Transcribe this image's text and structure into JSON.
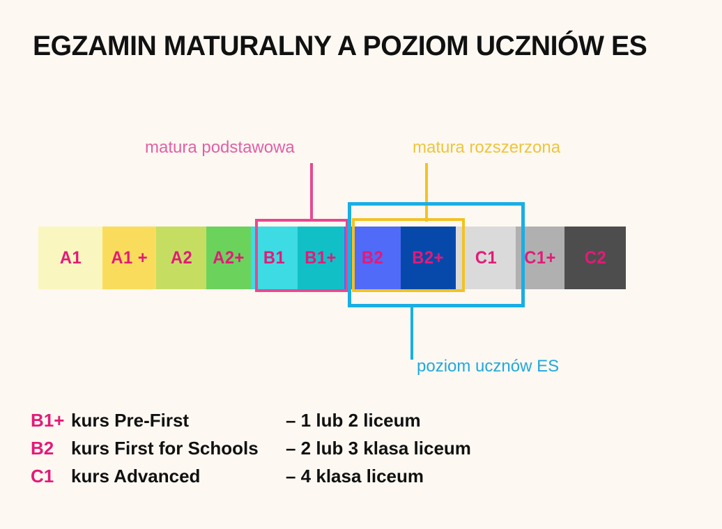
{
  "header": {
    "title": "EGZAMIN MATURALNY A POZIOM UCZNIÓW ES"
  },
  "colors": {
    "background": "#fdf8f2",
    "label_pink": "#e31a78",
    "callout_pink": "#e8488f",
    "callout_yellow": "#f3c220",
    "callout_cyan": "#19aee5",
    "text_dark": "#111111"
  },
  "scale": {
    "bands": [
      {
        "label": "A1",
        "color": "#faf6c0",
        "width": 92
      },
      {
        "label": "A1 +",
        "color": "#fadc5c",
        "width": 77
      },
      {
        "label": "A2",
        "color": "#c5de62",
        "width": 72
      },
      {
        "label": "A2+",
        "color": "#6bd25c",
        "width": 64
      },
      {
        "label": "B1",
        "color": "#3ddbe3",
        "width": 67
      },
      {
        "label": "B1+",
        "color": "#11c0c7",
        "width": 67
      },
      {
        "label": "B2",
        "color": "#4f6bf8",
        "width": 81
      },
      {
        "label": "B2+",
        "color": "#0649ab",
        "width": 79
      },
      {
        "label": "C1",
        "color": "#dadada",
        "width": 86
      },
      {
        "label": "C1+",
        "color": "#b0b0b0",
        "width": 70
      },
      {
        "label": "C2",
        "color": "#4d4d4d",
        "width": 88
      }
    ]
  },
  "callouts": {
    "matura_podstawowa": {
      "label": "matura podstawowa",
      "color": "#e160a5",
      "covers": [
        "B1",
        "B1+"
      ]
    },
    "matura_rozszerzona": {
      "label": "matura rozszerzona",
      "color": "#eec53b",
      "covers": [
        "B2",
        "B2+"
      ]
    },
    "poziom_es": {
      "label": "poziom ucznów ES",
      "color": "#22a8dd",
      "covers": [
        "B2",
        "B2+",
        "C1"
      ]
    }
  },
  "legend": {
    "rows": [
      {
        "level": "B1+",
        "course": "kurs Pre-First",
        "grade": "– 1 lub 2 liceum"
      },
      {
        "level": "B2",
        "course": "kurs First for Schools",
        "grade": "– 2 lub 3 klasa liceum"
      },
      {
        "level": "C1",
        "course": "kurs Advanced",
        "grade": "– 4 klasa liceum"
      }
    ]
  }
}
